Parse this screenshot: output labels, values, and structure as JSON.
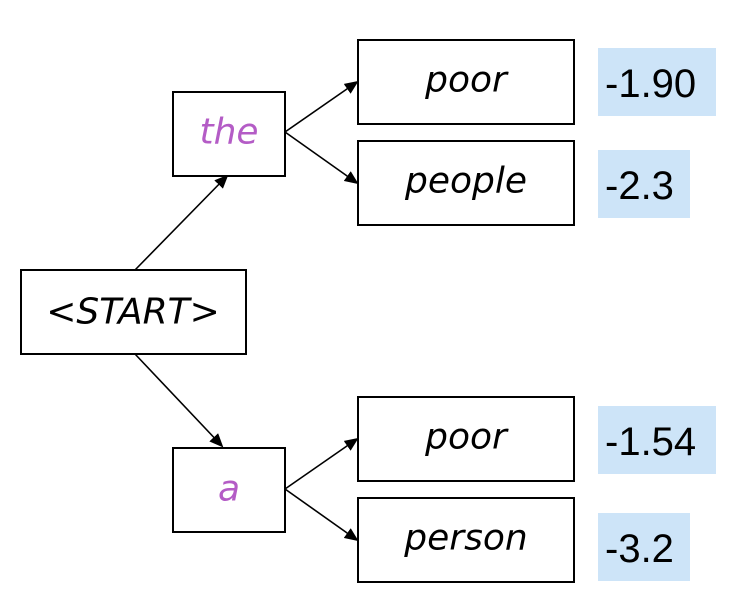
{
  "colors": {
    "accent_word": "#b45cc6",
    "text": "#000000",
    "score_background": "#cde4f8",
    "box_border": "#000000"
  },
  "nodes": {
    "start": {
      "label": "<START>"
    },
    "the": {
      "label": "the"
    },
    "a": {
      "label": "a"
    },
    "the_poor": {
      "label": "poor"
    },
    "the_people": {
      "label": "people"
    },
    "a_poor": {
      "label": "poor"
    },
    "a_person": {
      "label": "person"
    }
  },
  "scores": {
    "the_poor": "-1.90",
    "the_people": "-2.3",
    "a_poor": "-1.54",
    "a_person": "-3.2"
  }
}
